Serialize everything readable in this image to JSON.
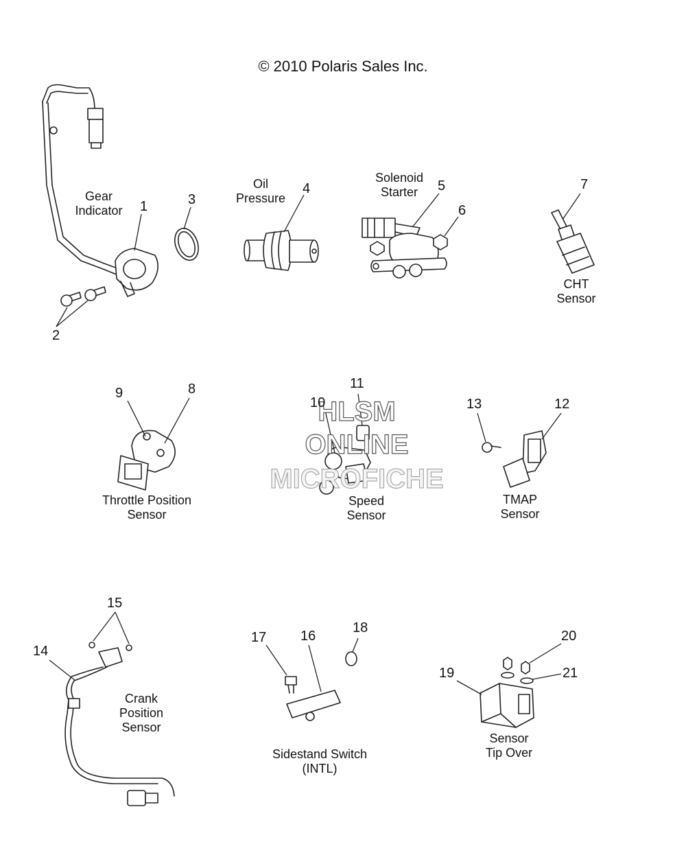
{
  "copyright": "© 2010 Polaris Sales Inc.",
  "watermark": {
    "line1": "HLSM",
    "line2": "ONLINE",
    "line3": "MICROFICHE"
  },
  "groups": [
    {
      "key": "gear_indicator",
      "line1": "Gear",
      "line2": "Indicator"
    },
    {
      "key": "oil_pressure",
      "line1": "Oil",
      "line2": "Pressure"
    },
    {
      "key": "solenoid_starter",
      "line1": "Solenoid",
      "line2": "Starter"
    },
    {
      "key": "cht_sensor",
      "line1": "CHT",
      "line2": "Sensor"
    },
    {
      "key": "throttle_position_sensor",
      "line1": "Throttle Position",
      "line2": "Sensor"
    },
    {
      "key": "speed_sensor",
      "line1": "Speed",
      "line2": "Sensor"
    },
    {
      "key": "tmap_sensor",
      "line1": "TMAP",
      "line2": "Sensor"
    },
    {
      "key": "crank_position_sensor",
      "line1": "Crank",
      "line2": "Position",
      "line3": "Sensor"
    },
    {
      "key": "sidestand_switch",
      "line1": "Sidestand Switch",
      "line2": "(INTL)"
    },
    {
      "key": "sensor_tip_over",
      "line1": "Sensor",
      "line2": "Tip Over"
    }
  ],
  "callouts": [
    "1",
    "2",
    "3",
    "4",
    "5",
    "6",
    "7",
    "8",
    "9",
    "10",
    "11",
    "12",
    "13",
    "14",
    "15",
    "16",
    "17",
    "18",
    "19",
    "20",
    "21"
  ]
}
